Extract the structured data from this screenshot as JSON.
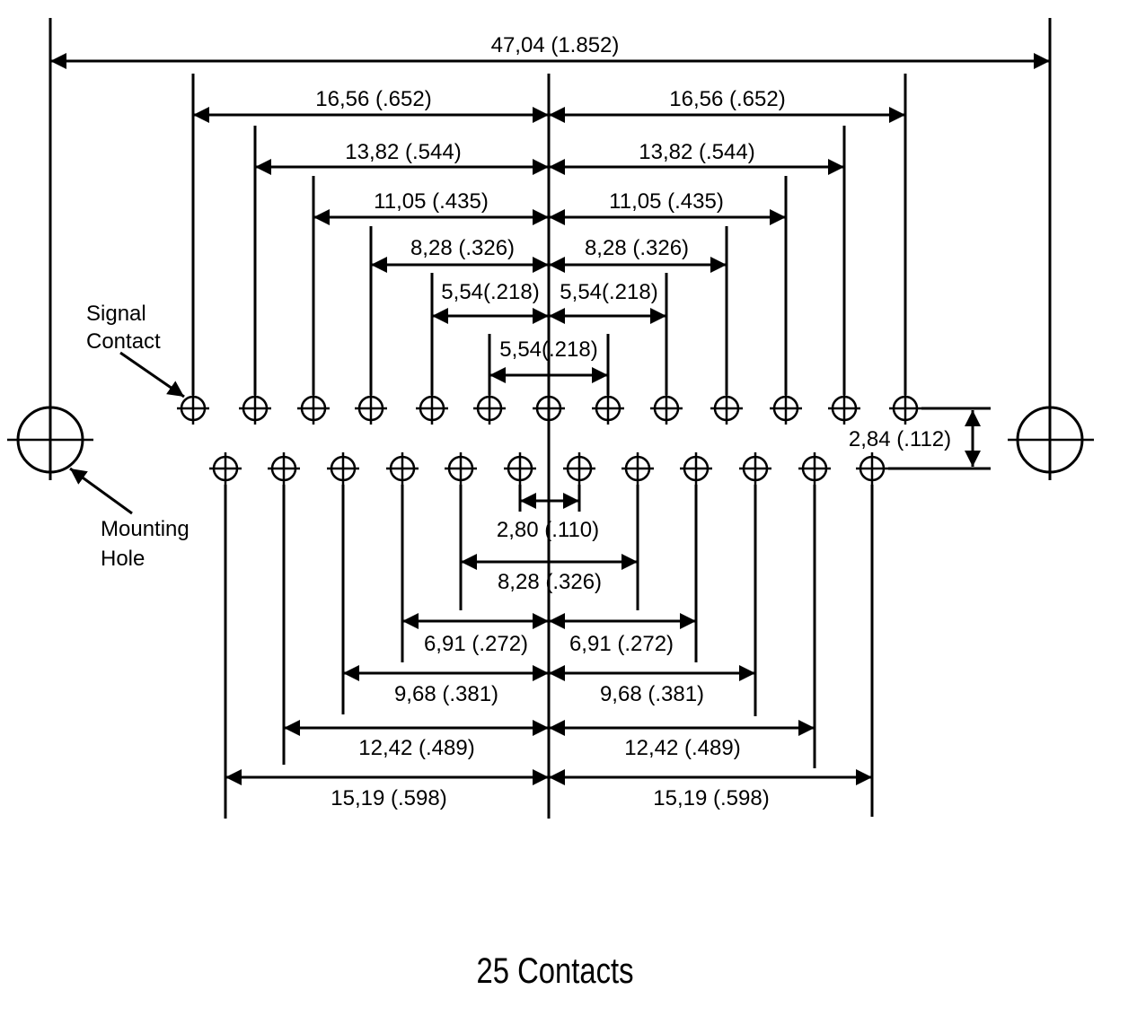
{
  "diagram": {
    "caption": "25 Contacts",
    "labels": {
      "signal_contact_line1": "Signal",
      "signal_contact_line2": "Contact",
      "mounting_hole_line1": "Mounting",
      "mounting_hole_line2": "Hole"
    },
    "dimensions": {
      "overall": "47,04 (1.852)",
      "top_16_56_left": "16,56 (.652)",
      "top_16_56_right": "16,56 (.652)",
      "top_13_82_left": "13,82 (.544)",
      "top_13_82_right": "13,82 (.544)",
      "top_11_05_left": "11,05 (.435)",
      "top_11_05_right": "11,05 (.435)",
      "top_8_28_left": "8,28 (.326)",
      "top_8_28_right": "8,28 (.326)",
      "top_5_54_left": "5,54(.218)",
      "top_5_54_right": "5,54(.218)",
      "top_5_54_center": "5,54(.218)",
      "row_spacing": "2,84 (.112)",
      "bottom_2_80": "2,80 (.110)",
      "bottom_8_28": "8,28 (.326)",
      "bottom_6_91_left": "6,91 (.272)",
      "bottom_6_91_right": "6,91 (.272)",
      "bottom_9_68_left": "9,68 (.381)",
      "bottom_9_68_right": "9,68 (.381)",
      "bottom_12_42_left": "12,42 (.489)",
      "bottom_12_42_right": "12,42 (.489)",
      "bottom_15_19_left": "15,19 (.598)",
      "bottom_15_19_right": "15,19 (.598)"
    },
    "top_row_contacts": 13,
    "bottom_row_contacts": 12,
    "mounting_holes": 2
  }
}
